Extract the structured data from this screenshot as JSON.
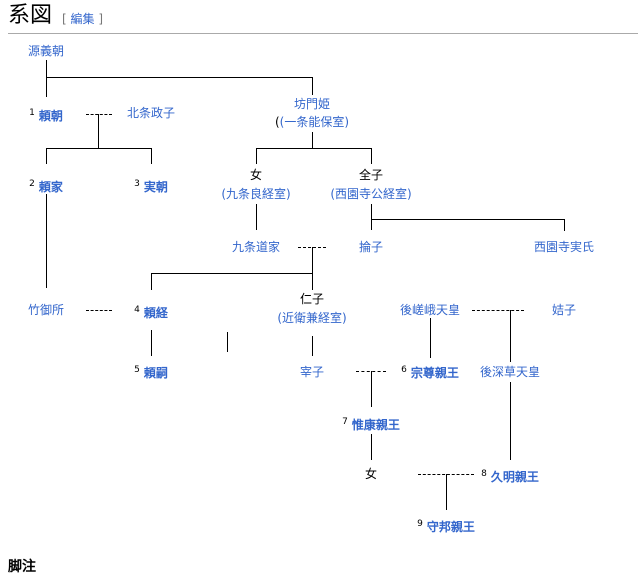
{
  "section": {
    "title": "系図",
    "edit_label": "編集",
    "bracket_open": "[",
    "bracket_close": "]"
  },
  "nodes": {
    "yoshitomo": "源義朝",
    "yoritomo": "頼朝",
    "masako": "北条政子",
    "bomonhime": "坊門姫",
    "ichijo_yoshiyasu_shitsu": "(一条能保室)",
    "yoriie": "頼家",
    "sanetomo": "実朝",
    "onna1": "女",
    "kujo_yoshitsune_shitsu": "(九条良経室)",
    "zenshi": "全子",
    "saionji_kintsune_shitsu": "(西園寺公経室)",
    "takenogosho": "竹御所",
    "kujo_michiie": "九条道家",
    "rinshi": "掄子",
    "saionji_saneuji": "西園寺実氏",
    "yoritsune": "頼経",
    "jinshi": "仁子",
    "konoe_kanetsune_shitsu": "(近衛兼経室)",
    "go_saga": "後嵯峨天皇",
    "kitsushi": "姞子",
    "yoritsugu": "頼嗣",
    "saishi": "宰子",
    "munetaka": "宗尊親王",
    "go_fukakusa": "後深草天皇",
    "koreyasu": "惟康親王",
    "onna2": "女",
    "hisaaki": "久明親王",
    "morikuni": "守邦親王"
  },
  "numbers": {
    "n1": "1",
    "n2": "2",
    "n3": "3",
    "n4": "4",
    "n5": "5",
    "n6": "6",
    "n7": "7",
    "n8": "8",
    "n9": "9"
  },
  "footer": {
    "text": "脚注"
  }
}
